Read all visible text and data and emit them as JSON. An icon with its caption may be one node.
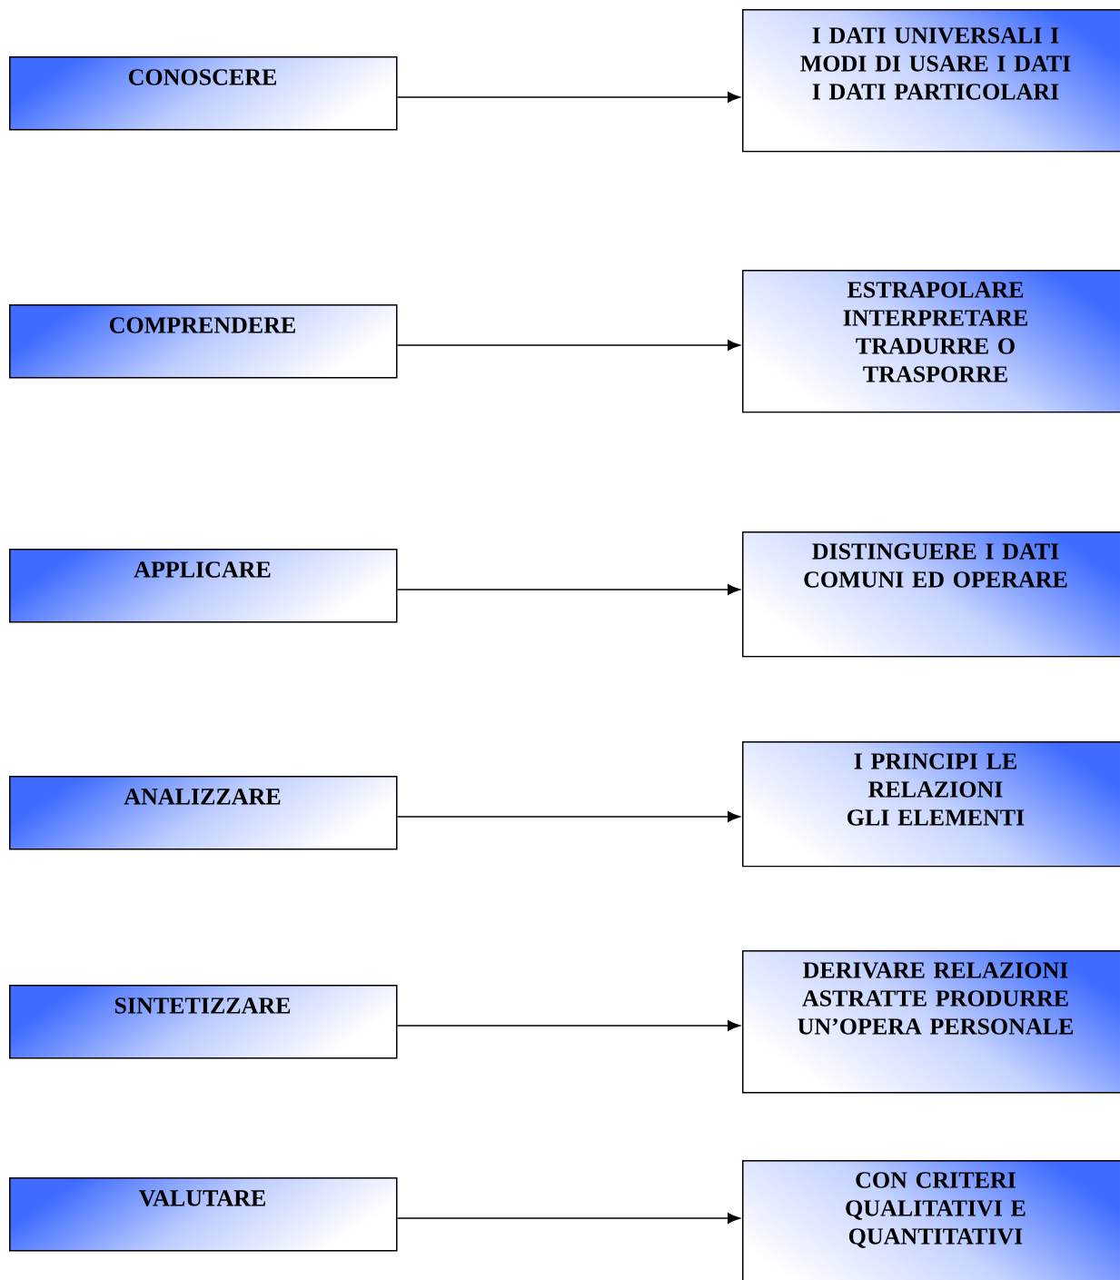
{
  "diagram": {
    "nodes": [
      {
        "text": [
          "CONOSCERE"
        ]
      },
      {
        "text": [
          "I DATI UNIVERSALI I MODI DI USARE I DATI I DATI PARTICOLARI"
        ]
      },
      {
        "text": [
          "COMPRENDERE"
        ]
      },
      {
        "text": [
          "ESTRAPOLARE INTERPRETARE TRADURRE  O TRASPORRE"
        ]
      },
      {
        "text": [
          "APPLICARE"
        ]
      },
      {
        "text": [
          "DISTINGUERE I DATI COMUNI ED OPERARE"
        ]
      },
      {
        "text": [
          "ANALIZZARE"
        ]
      },
      {
        "text": [
          "I PRINCIPI LE RELAZIONI GLI ELEMENTI"
        ]
      },
      {
        "text": [
          "SINTETIZZARE"
        ]
      },
      {
        "text": [
          "DERIVARE RELAZIONI ASTRATTE PRODURRE UN’OPERA PERSONALE"
        ]
      },
      {
        "text": [
          "VALUTARE"
        ]
      },
      {
        "text": [
          "CON CRITERI QUALITATIVI E QUANTITATIVI"
        ]
      }
    ],
    "edges": [
      {
        "from": 0,
        "to": 1,
        "arrow": "to"
      },
      {
        "from": 2,
        "to": 3,
        "arrow": "to"
      },
      {
        "from": 4,
        "to": 5,
        "arrow": "to"
      },
      {
        "from": 6,
        "to": 7,
        "arrow": "to"
      },
      {
        "from": 8,
        "to": 9,
        "arrow": "to"
      },
      {
        "from": 10,
        "to": 11,
        "arrow": "to"
      }
    ]
  }
}
